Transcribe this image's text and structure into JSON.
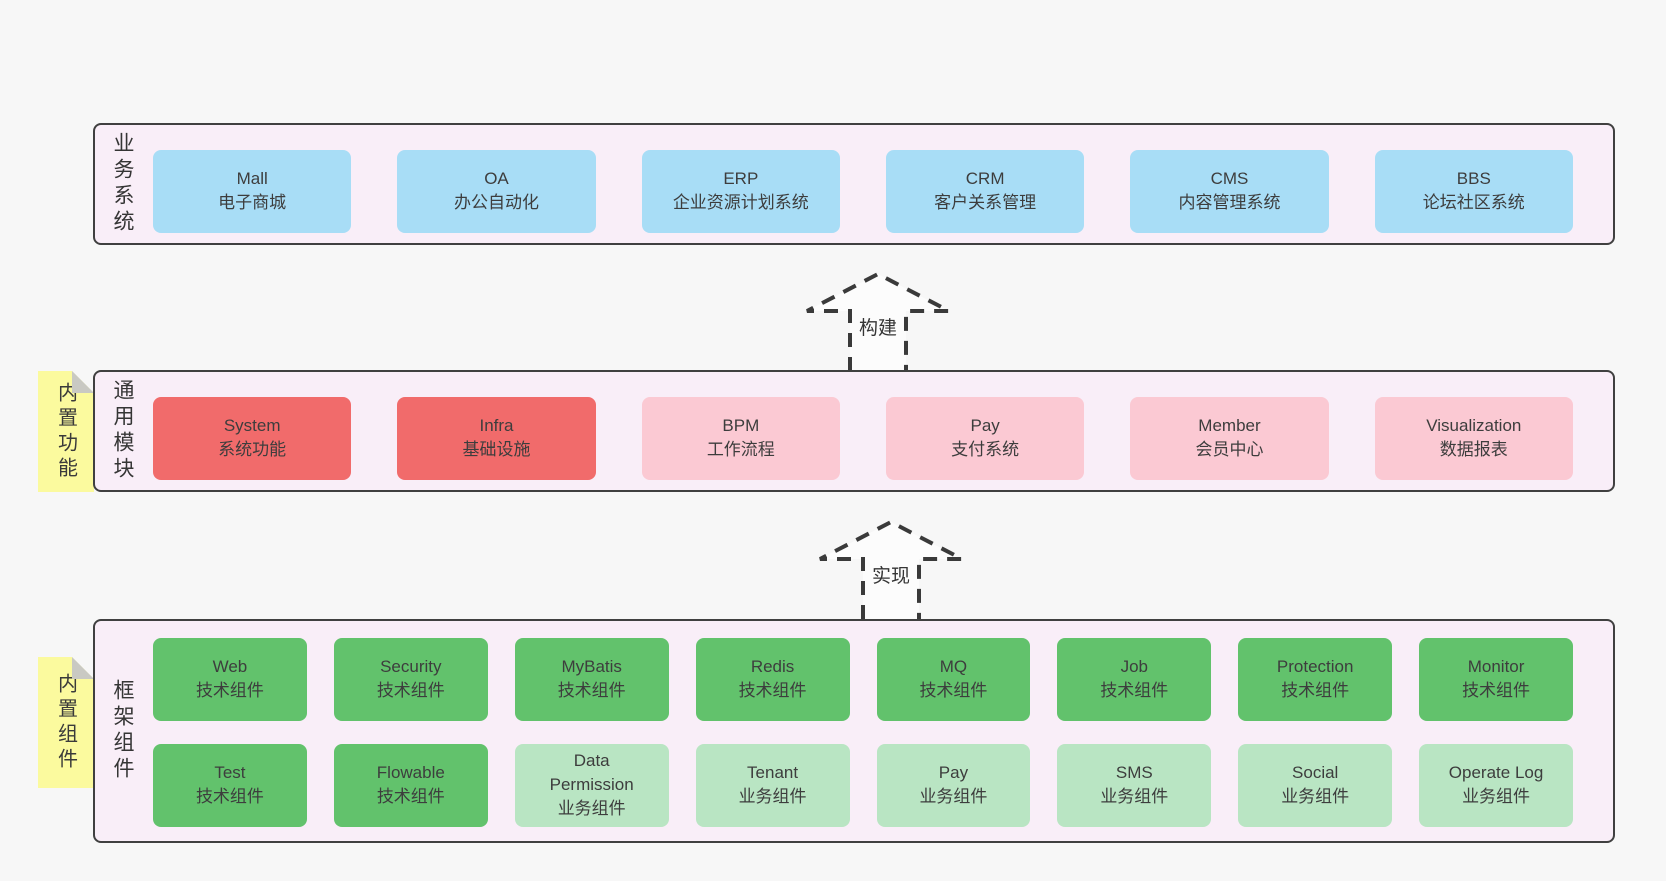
{
  "colors": {
    "page-bg": "#f7f7f7",
    "panel-bg": "#f9eef8",
    "panel-border": "#404040",
    "ink": "#3d3d3d",
    "box-blue": "#a8ddf6",
    "box-red": "#f16b6b",
    "box-pink": "#fbc9d3",
    "box-green": "#62c26c",
    "box-green-light": "#b9e5c3",
    "note-yellow": "#fbfa9e",
    "note-fold": "#c9c9c3",
    "arrow-fill": "#fcfcfc",
    "arrow-stroke": "#3a3a3a"
  },
  "layers": [
    {
      "label": "业务系统",
      "boxes": [
        {
          "name": "Mall",
          "desc": "电子商城",
          "type": "blue"
        },
        {
          "name": "OA",
          "desc": "办公自动化",
          "type": "blue"
        },
        {
          "name": "ERP",
          "desc": "企业资源计划系统",
          "type": "blue"
        },
        {
          "name": "CRM",
          "desc": "客户关系管理",
          "type": "blue"
        },
        {
          "name": "CMS",
          "desc": "内容管理系统",
          "type": "blue"
        },
        {
          "name": "BBS",
          "desc": "论坛社区系统",
          "type": "blue"
        }
      ]
    },
    {
      "label": "通用模块",
      "boxes": [
        {
          "name": "System",
          "desc": "系统功能",
          "type": "red"
        },
        {
          "name": "Infra",
          "desc": "基础设施",
          "type": "red"
        },
        {
          "name": "BPM",
          "desc": "工作流程",
          "type": "pink"
        },
        {
          "name": "Pay",
          "desc": "支付系统",
          "type": "pink"
        },
        {
          "name": "Member",
          "desc": "会员中心",
          "type": "pink"
        },
        {
          "name": "Visualization",
          "desc": "数据报表",
          "type": "pink"
        }
      ]
    },
    {
      "label": "框架组件",
      "rows": [
        [
          {
            "name": "Web",
            "desc": "技术组件",
            "type": "green"
          },
          {
            "name": "Security",
            "desc": "技术组件",
            "type": "green"
          },
          {
            "name": "MyBatis",
            "desc": "技术组件",
            "type": "green"
          },
          {
            "name": "Redis",
            "desc": "技术组件",
            "type": "green"
          },
          {
            "name": "MQ",
            "desc": "技术组件",
            "type": "green"
          },
          {
            "name": "Job",
            "desc": "技术组件",
            "type": "green"
          },
          {
            "name": "Protection",
            "desc": "技术组件",
            "type": "green"
          },
          {
            "name": "Monitor",
            "desc": "技术组件",
            "type": "green"
          }
        ],
        [
          {
            "name": "Test",
            "desc": "技术组件",
            "type": "green"
          },
          {
            "name": "Flowable",
            "desc": "技术组件",
            "type": "green"
          },
          {
            "name": "Data Permission",
            "desc": "业务组件",
            "type": "green-light"
          },
          {
            "name": "Tenant",
            "desc": "业务组件",
            "type": "green-light"
          },
          {
            "name": "Pay",
            "desc": "业务组件",
            "type": "green-light"
          },
          {
            "name": "SMS",
            "desc": "业务组件",
            "type": "green-light"
          },
          {
            "name": "Social",
            "desc": "业务组件",
            "type": "green-light"
          },
          {
            "name": "Operate Log",
            "desc": "业务组件",
            "type": "green-light"
          }
        ]
      ]
    }
  ],
  "notes": [
    {
      "text": "内置功能"
    },
    {
      "text": "内置组件"
    }
  ],
  "arrows": [
    {
      "label": "构建"
    },
    {
      "label": "实现"
    }
  ]
}
